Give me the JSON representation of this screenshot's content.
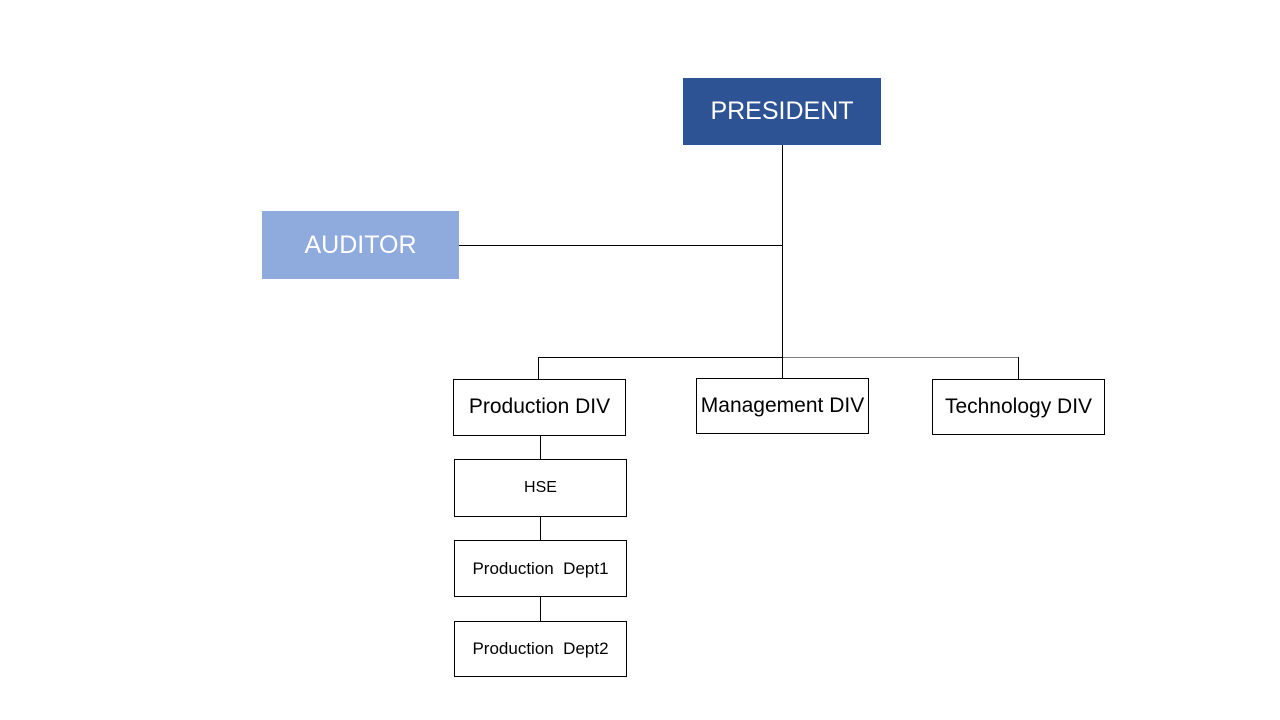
{
  "chart": {
    "type": "org-chart",
    "title": "",
    "nodes": [
      {
        "id": "president",
        "label": "PRESIDENT",
        "style": "filled",
        "fill": "#2E5395",
        "text_color": "#FFFFFF",
        "level": 0
      },
      {
        "id": "auditor",
        "label": "AUDITOR",
        "style": "filled",
        "fill": "#8FAADC",
        "text_color": "#FFFFFF",
        "level": 1,
        "relation": "staff"
      },
      {
        "id": "production-div",
        "label": "Production DIV",
        "style": "outline",
        "fill": "#FFFFFF",
        "text_color": "#000000",
        "level": 1
      },
      {
        "id": "management-div",
        "label": "Management DIV",
        "style": "outline",
        "fill": "#FFFFFF",
        "text_color": "#000000",
        "level": 1
      },
      {
        "id": "technology-div",
        "label": "Technology DIV",
        "style": "outline",
        "fill": "#FFFFFF",
        "text_color": "#000000",
        "level": 1
      },
      {
        "id": "hse",
        "label": "HSE",
        "style": "outline",
        "fill": "#FFFFFF",
        "text_color": "#000000",
        "level": 2
      },
      {
        "id": "production-dept1",
        "label": "Production  Dept1",
        "style": "outline",
        "fill": "#FFFFFF",
        "text_color": "#000000",
        "level": 3
      },
      {
        "id": "production-dept2",
        "label": "Production  Dept2",
        "style": "outline",
        "fill": "#FFFFFF",
        "text_color": "#000000",
        "level": 4
      }
    ],
    "edges": [
      {
        "from": "president",
        "to": "auditor",
        "kind": "staff"
      },
      {
        "from": "president",
        "to": "production-div",
        "kind": "line"
      },
      {
        "from": "president",
        "to": "management-div",
        "kind": "line"
      },
      {
        "from": "president",
        "to": "technology-div",
        "kind": "line"
      },
      {
        "from": "production-div",
        "to": "hse",
        "kind": "line"
      },
      {
        "from": "hse",
        "to": "production-dept1",
        "kind": "line"
      },
      {
        "from": "production-dept1",
        "to": "production-dept2",
        "kind": "line"
      }
    ],
    "colors": {
      "president_fill": "#2E5395",
      "auditor_fill": "#8FAADC",
      "box_border": "#000000",
      "connector": "#000000",
      "connector_muted": "#7F7F7F",
      "background": "#FFFFFF"
    }
  }
}
